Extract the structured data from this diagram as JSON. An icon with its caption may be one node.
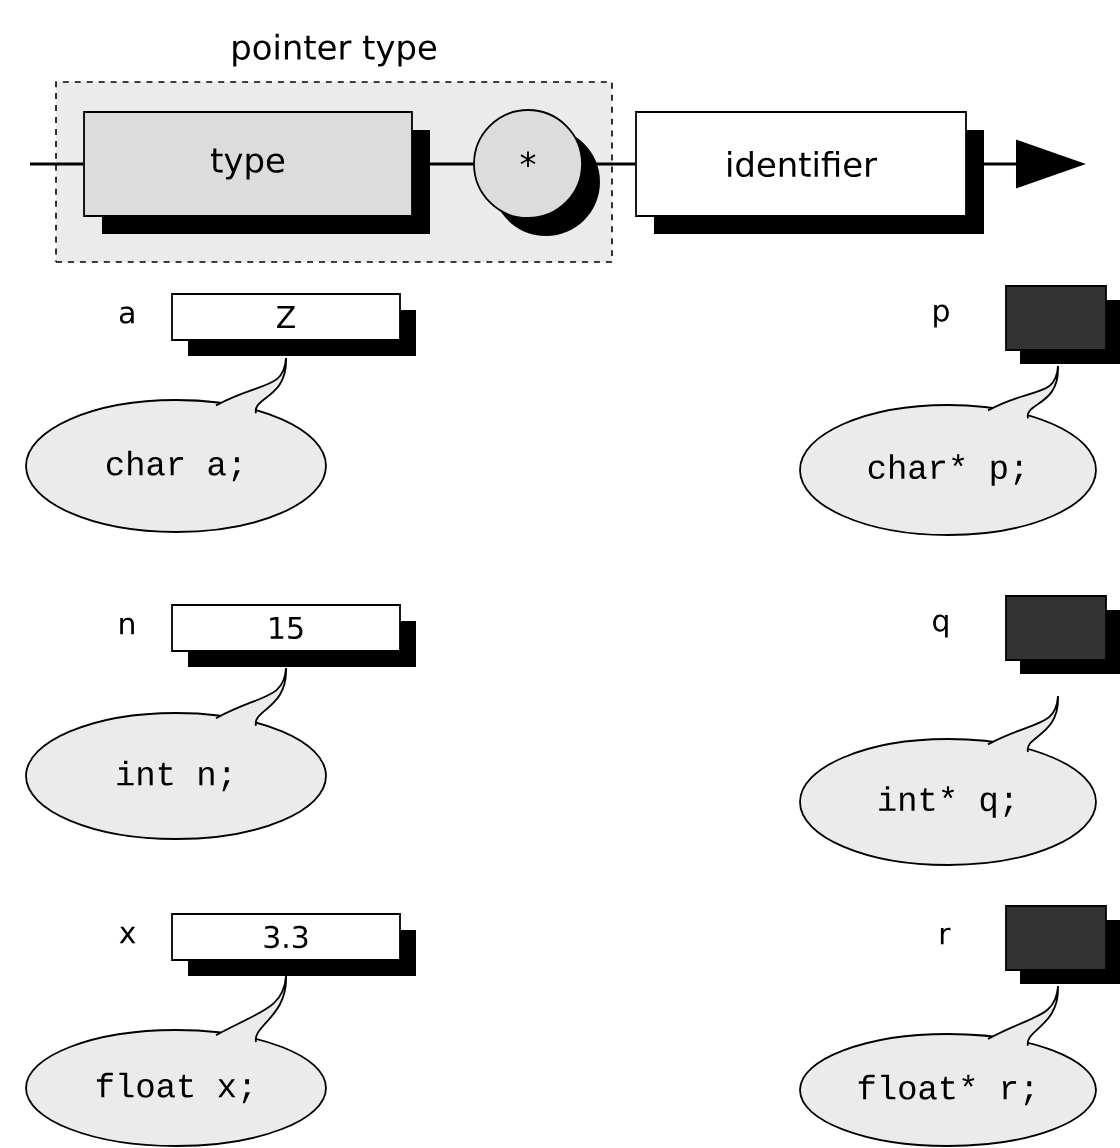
{
  "diagram": {
    "nodes": [
      {
        "text": [
          "pointer type"
        ]
      },
      {
        "text": [
          "type"
        ],
        "in": 0
      },
      {
        "text": [
          "*"
        ],
        "in": 0
      },
      {
        "text": [
          "identifier"
        ]
      },
      {
        "text": [
          "Z"
        ],
        "beside": [
          "a"
        ]
      },
      {
        "text": [
          "char a;"
        ]
      },
      {
        "text": [
          "15"
        ],
        "beside": [
          "n"
        ]
      },
      {
        "text": [
          "int n;"
        ]
      },
      {
        "text": [
          "3.3"
        ],
        "beside": [
          "x"
        ]
      },
      {
        "text": [
          "float x;"
        ]
      },
      {
        "text": [],
        "shape": "box",
        "beside": [
          "p"
        ]
      },
      {
        "text": [
          "char* p;"
        ]
      },
      {
        "text": [],
        "shape": "box",
        "beside": [
          "q"
        ]
      },
      {
        "text": [
          "int* q;"
        ]
      },
      {
        "text": [],
        "shape": "box",
        "beside": [
          "r"
        ]
      },
      {
        "text": [
          "float* r;"
        ]
      }
    ],
    "edges": [
      {
        "from": null,
        "to": 1,
        "arrow": "none"
      },
      {
        "from": 1,
        "to": 2,
        "arrow": "none"
      },
      {
        "from": 2,
        "to": 3,
        "arrow": "none"
      },
      {
        "from": 3,
        "to": null,
        "arrow": "to"
      }
    ]
  }
}
